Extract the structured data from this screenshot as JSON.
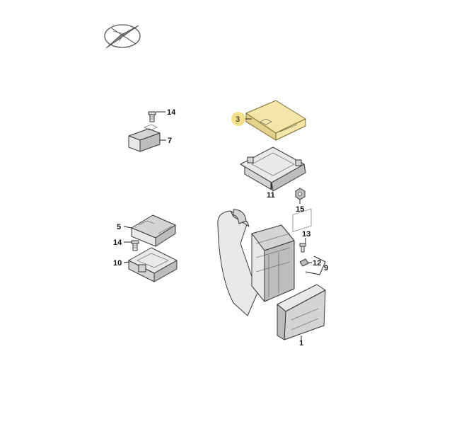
{
  "diagram": {
    "highlight_color": "#f2e08a",
    "callouts": [
      {
        "id": "c14a",
        "label": "14"
      },
      {
        "id": "c7",
        "label": "7"
      },
      {
        "id": "c3",
        "label": "3",
        "highlighted": true
      },
      {
        "id": "c11",
        "label": "11"
      },
      {
        "id": "c15",
        "label": "15"
      },
      {
        "id": "c5",
        "label": "5"
      },
      {
        "id": "c14b",
        "label": "14"
      },
      {
        "id": "c10",
        "label": "10"
      },
      {
        "id": "c13",
        "label": "13"
      },
      {
        "id": "c12",
        "label": "12"
      },
      {
        "id": "c9",
        "label": "9"
      },
      {
        "id": "c1",
        "label": "1"
      }
    ]
  }
}
